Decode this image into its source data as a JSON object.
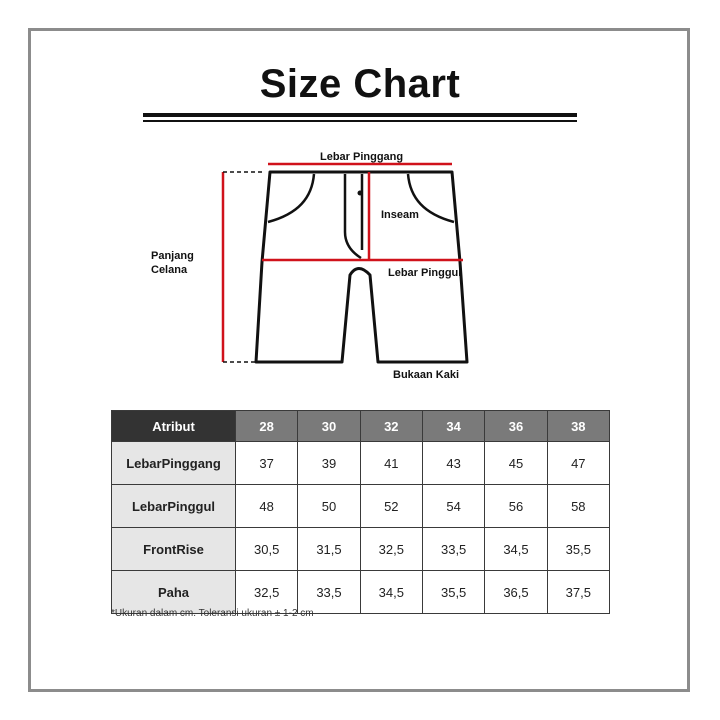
{
  "title": "Size Chart",
  "diagram": {
    "labels": {
      "waist": "Lebar Pinggang",
      "inseam": "Inseam",
      "length_line1": "Panjang",
      "length_line2": "Celana",
      "hip": "Lebar Pinggul",
      "leg_opening": "Bukaan Kaki"
    },
    "colors": {
      "outline": "#111111",
      "measure": "#d0121b"
    }
  },
  "table": {
    "header_label": "Atribut",
    "sizes": [
      "28",
      "30",
      "32",
      "34",
      "36",
      "38"
    ],
    "rows": [
      {
        "label": "LebarPinggang",
        "values": [
          "37",
          "39",
          "41",
          "43",
          "45",
          "47"
        ]
      },
      {
        "label": "LebarPinggul",
        "values": [
          "48",
          "50",
          "52",
          "54",
          "56",
          "58"
        ]
      },
      {
        "label": "FrontRise",
        "values": [
          "30,5",
          "31,5",
          "32,5",
          "33,5",
          "34,5",
          "35,5"
        ]
      },
      {
        "label": "Paha",
        "values": [
          "32,5",
          "33,5",
          "34,5",
          "35,5",
          "36,5",
          "37,5"
        ]
      }
    ]
  },
  "note": "*Ukuran dalam cm. Toleransi ukuran ± 1-2 cm"
}
